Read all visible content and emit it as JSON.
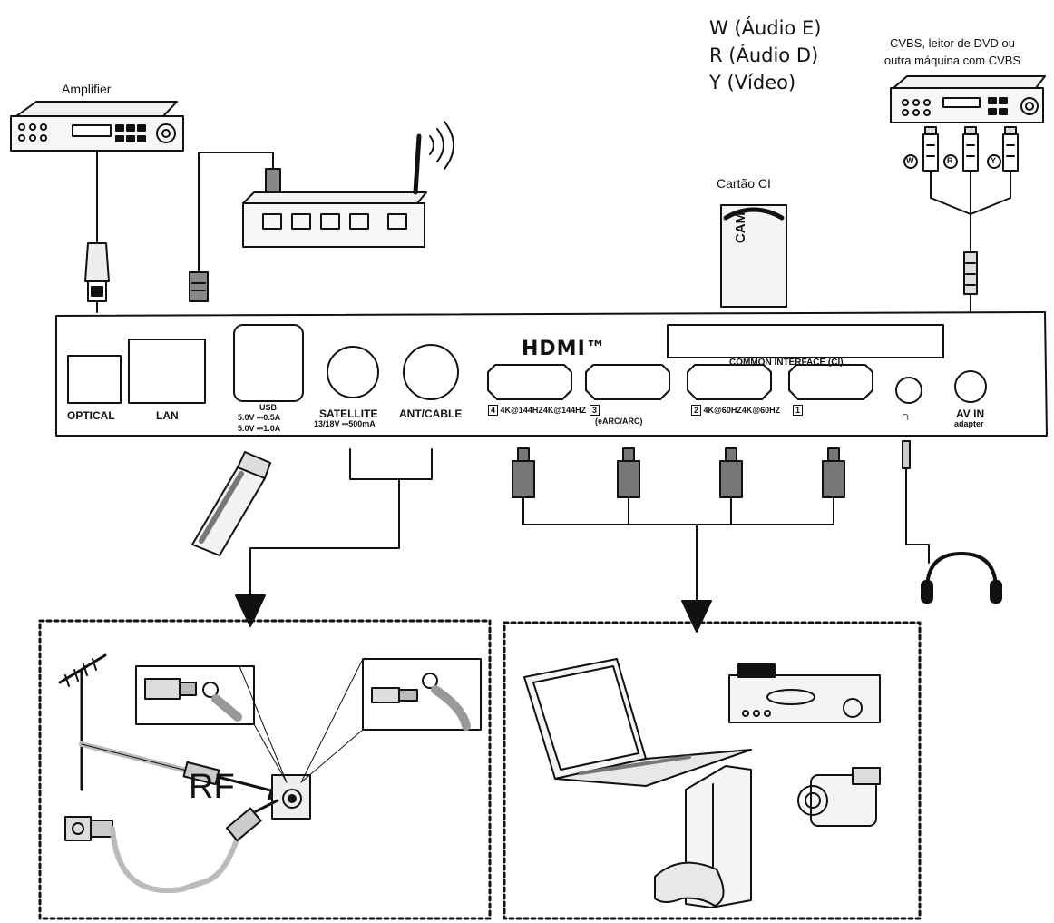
{
  "devices": {
    "amplifier": "Amplifier",
    "cvbs_source": [
      "CVBS, leitor de DVD ou",
      "outra máquina com CVBS"
    ],
    "ci_card": "Cartão CI",
    "cam_label": "CAM"
  },
  "av_cables": {
    "legend": [
      "W (Áudio E)",
      "R (Áudio D)",
      "Y (Vídeo)"
    ],
    "plug_letters": [
      "W",
      "R",
      "Y"
    ]
  },
  "panel": {
    "optical": "OPTICAL",
    "lan": "LAN",
    "usb": "USB",
    "usb_rating_1": "5.0V ⎓0.5A",
    "usb_rating_2": "5.0V ⎓1.0A",
    "satellite": "SATELLITE",
    "satellite_rating": "13/18V ⎓500mA",
    "ant_cable": "ANT/CABLE",
    "hdmi_logo": "HDMI™",
    "common_interface": "COMMON INTERFACE (CI)",
    "hdmi_ports": [
      {
        "num": "4",
        "label": "4K@144HZ4K@144HZ"
      },
      {
        "num": "3",
        "label": "(eARC/ARC)"
      },
      {
        "num": "2",
        "label": "4K@60HZ4K@60HZ"
      },
      {
        "num": "1",
        "label": ""
      }
    ],
    "headphone_icon": "headphone-icon",
    "av_in": "AV IN",
    "av_in_sub": "adapter"
  },
  "rf_label": "RF"
}
